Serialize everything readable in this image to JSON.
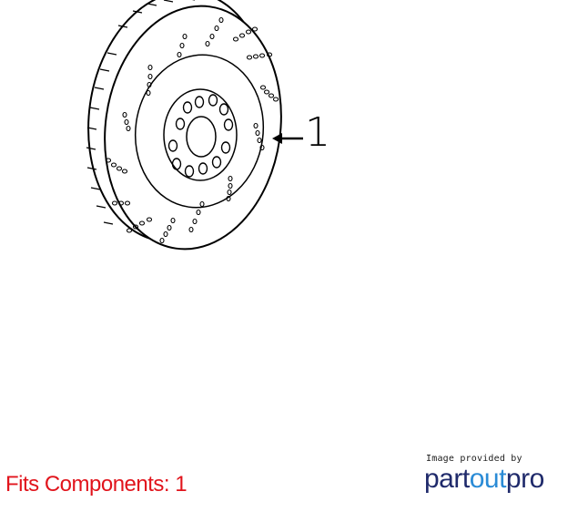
{
  "callout": {
    "number": "1"
  },
  "footer": {
    "fits_text": "Fits Components: 1",
    "credit_text": "Image provided by",
    "brand_prefix": "part",
    "brand_mid": "out",
    "brand_suffix": "pro"
  },
  "colors": {
    "fits": "#e1141c",
    "brand_dark": "#1f2a6b",
    "brand_accent": "#2a8bd6"
  }
}
